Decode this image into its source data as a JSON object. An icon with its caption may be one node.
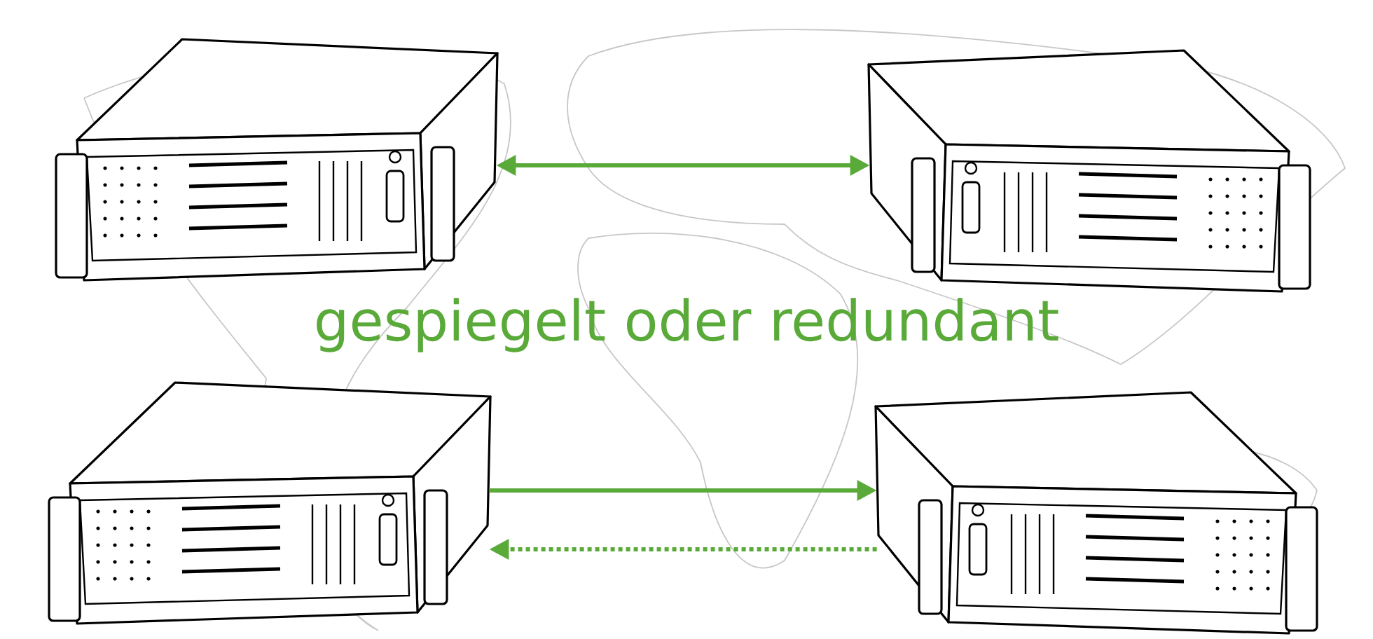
{
  "diagram": {
    "nodes": [
      {
        "text": [],
        "shape": "picture"
      },
      {
        "text": [],
        "shape": "picture"
      },
      {
        "text": [],
        "shape": "picture"
      },
      {
        "text": [],
        "shape": "picture"
      }
    ],
    "edges": [
      {
        "from": 0,
        "to": 1,
        "arrow": "both"
      },
      {
        "from": 2,
        "to": 3,
        "arrow": "to"
      },
      {
        "from": 3,
        "to": 2,
        "arrow": "to",
        "style": "dashed"
      }
    ],
    "labels": [
      "gespiegelt oder redundant"
    ]
  }
}
